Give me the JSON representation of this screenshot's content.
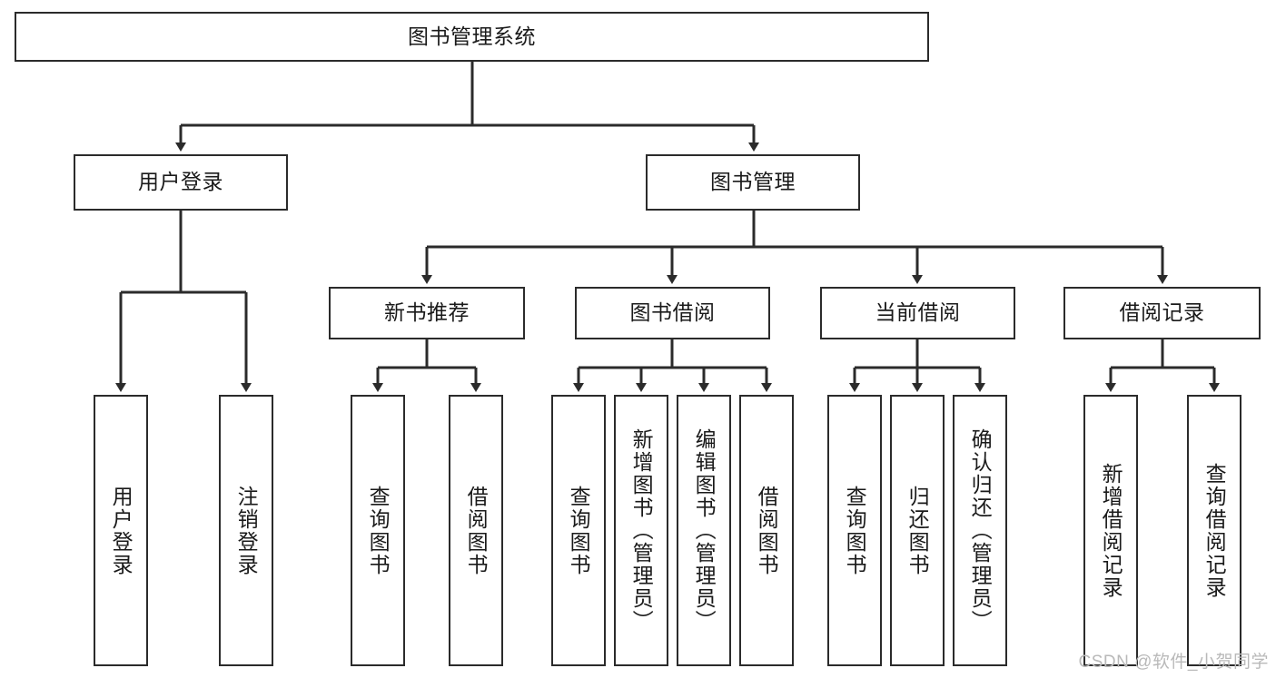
{
  "diagram": {
    "type": "hierarchy-tree",
    "title": "图书管理系统",
    "watermark": "CSDN @软件_小贺同学",
    "colors": {
      "box_border": "#2b2b2b",
      "box_fill": "#ffffff",
      "edge": "#2b2b2b",
      "text": "#1a1a1a",
      "watermark": "#b9b9b9",
      "background": "#ffffff"
    },
    "nodes": {
      "root": {
        "label": "图书管理系统"
      },
      "level2": [
        {
          "id": "user-login",
          "label": "用户登录"
        },
        {
          "id": "book-management",
          "label": "图书管理"
        }
      ],
      "level3": [
        {
          "id": "new-book-recommend",
          "label": "新书推荐"
        },
        {
          "id": "book-borrow",
          "label": "图书借阅"
        },
        {
          "id": "current-borrow",
          "label": "当前借阅"
        },
        {
          "id": "borrow-record",
          "label": "借阅记录"
        }
      ],
      "leaves": {
        "user-login": [
          {
            "id": "leaf-user-login",
            "label": "用户登录"
          },
          {
            "id": "leaf-user-logout",
            "label": "注销登录"
          }
        ],
        "new-book-recommend": [
          {
            "id": "leaf-query-book-1",
            "label": "查询图书"
          },
          {
            "id": "leaf-borrow-book-1",
            "label": "借阅图书"
          }
        ],
        "book-borrow": [
          {
            "id": "leaf-query-book-2",
            "label": "查询图书"
          },
          {
            "id": "leaf-add-book",
            "label": "新增图书（管理员）"
          },
          {
            "id": "leaf-edit-book",
            "label": "编辑图书（管理员）"
          },
          {
            "id": "leaf-borrow-book-2",
            "label": "借阅图书"
          }
        ],
        "current-borrow": [
          {
            "id": "leaf-query-book-3",
            "label": "查询图书"
          },
          {
            "id": "leaf-return-book",
            "label": "归还图书"
          },
          {
            "id": "leaf-confirm-return",
            "label": "确认归还（管理员）"
          }
        ],
        "borrow-record": [
          {
            "id": "leaf-add-record",
            "label": "新增借阅记录"
          },
          {
            "id": "leaf-query-record",
            "label": "查询借阅记录"
          }
        ]
      }
    }
  }
}
